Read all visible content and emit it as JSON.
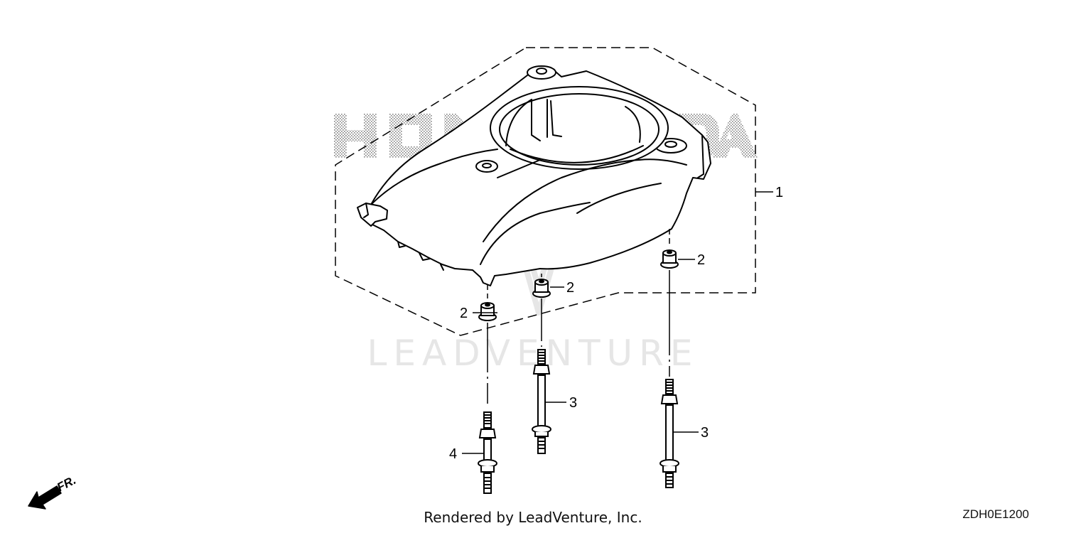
{
  "watermark": {
    "text": "LEADVENTURE",
    "brand_logo": "HONDA"
  },
  "callouts": [
    {
      "id": "part-1-callout",
      "label": "1"
    },
    {
      "id": "part-2-callout-a",
      "label": "2"
    },
    {
      "id": "part-2-callout-b",
      "label": "2"
    },
    {
      "id": "part-2-callout-c",
      "label": "2"
    },
    {
      "id": "part-3-callout-a",
      "label": "3"
    },
    {
      "id": "part-3-callout-b",
      "label": "3"
    },
    {
      "id": "part-4-callout",
      "label": "4"
    }
  ],
  "direction_indicator": {
    "label": "FR.",
    "icon": "front-direction-arrow-icon"
  },
  "footer": {
    "credit": "Rendered by LeadVenture, Inc.",
    "diagram_code": "ZDH0E1200"
  },
  "colors": {
    "line": "#000000",
    "watermark": "#e6e6e6",
    "background": "#ffffff"
  }
}
